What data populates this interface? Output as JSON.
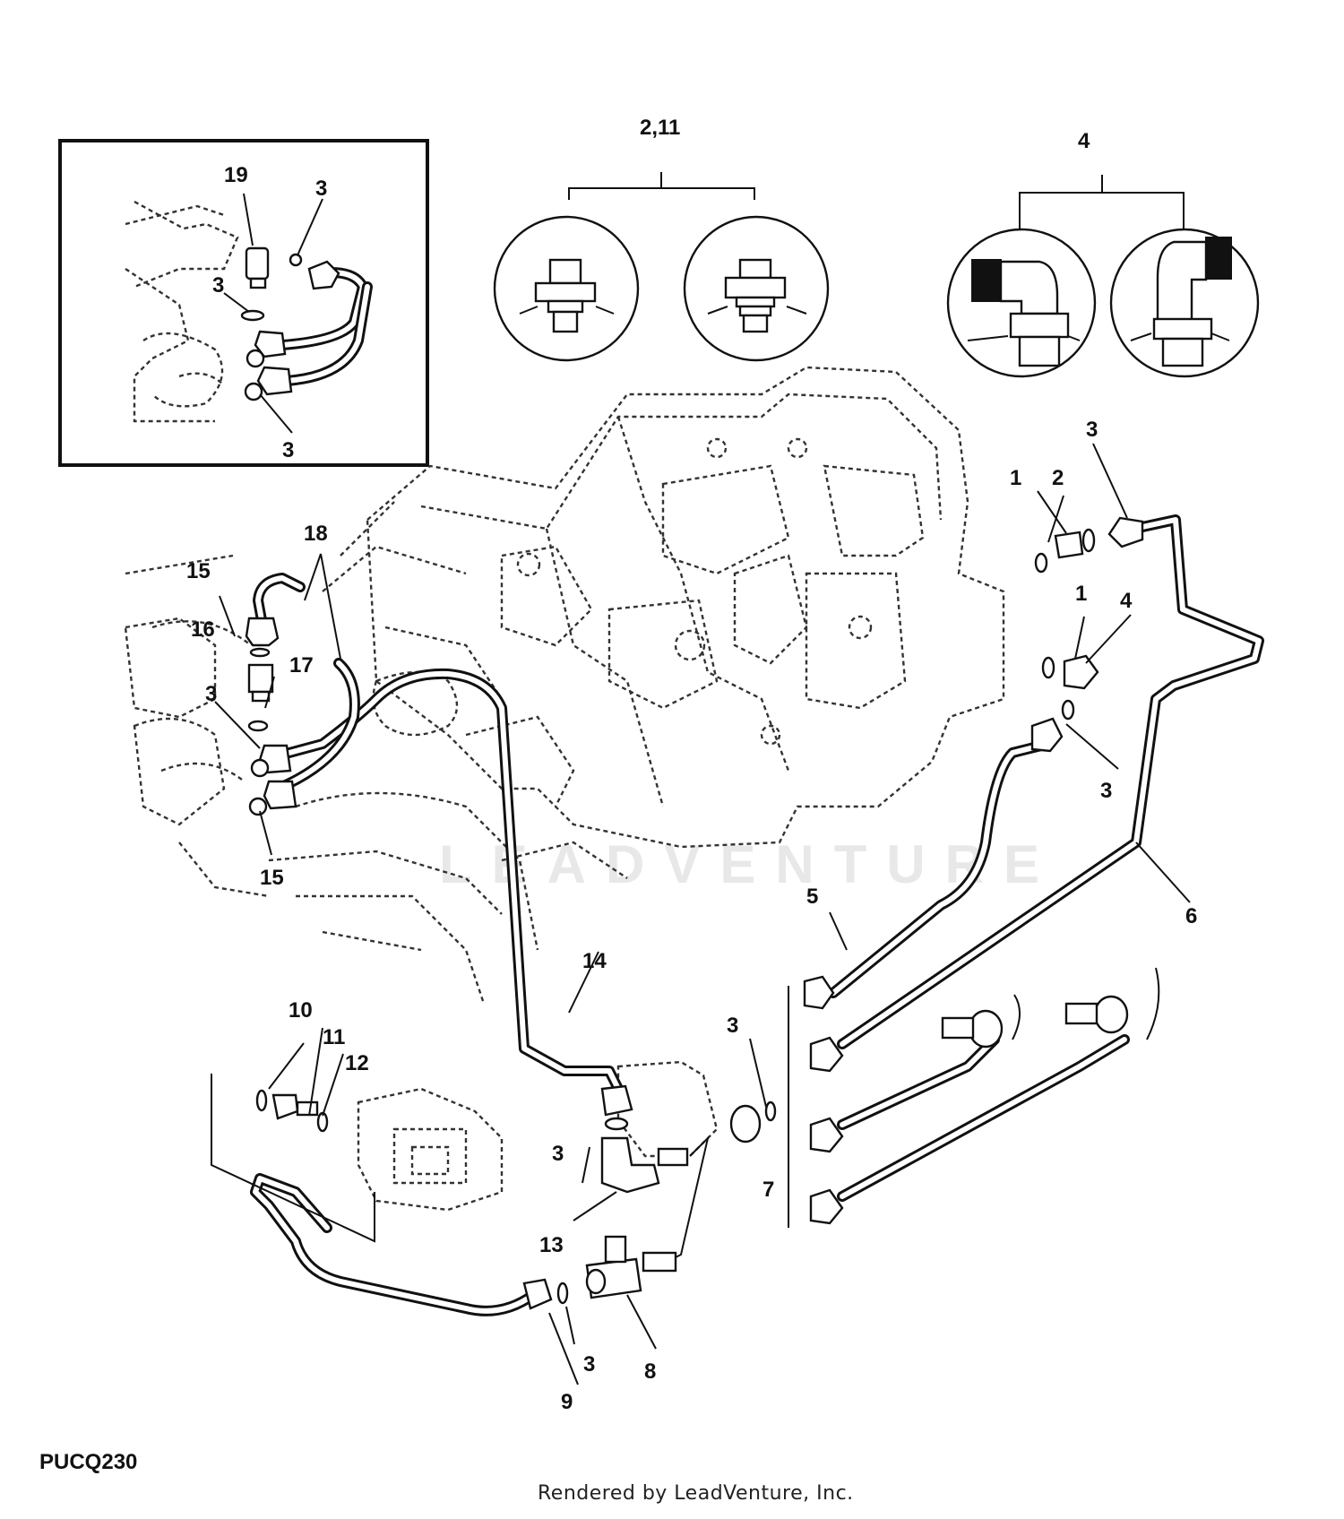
{
  "diagram": {
    "code": "PUCQ230",
    "credit": "Rendered by LeadVenture, Inc.",
    "watermark": "LEADVENTURE",
    "callouts": {
      "c_2_11": "2,11",
      "c_4_top": "4",
      "c_19": "19",
      "c_3_inset_a": "3",
      "c_3_inset_b": "3",
      "c_3_inset_c": "3",
      "c_3_r1": "3",
      "c_1_a": "1",
      "c_2": "2",
      "c_1_b": "1",
      "c_4": "4",
      "c_3_r2": "3",
      "c_18": "18",
      "c_15_a": "15",
      "c_16": "16",
      "c_17": "17",
      "c_3_l": "3",
      "c_15_b": "15",
      "c_5": "5",
      "c_6": "6",
      "c_14": "14",
      "c_10": "10",
      "c_11": "11",
      "c_12": "12",
      "c_3_m": "3",
      "c_3_c": "3",
      "c_7": "7",
      "c_13": "13",
      "c_3_b": "3",
      "c_8": "8",
      "c_9": "9"
    }
  }
}
